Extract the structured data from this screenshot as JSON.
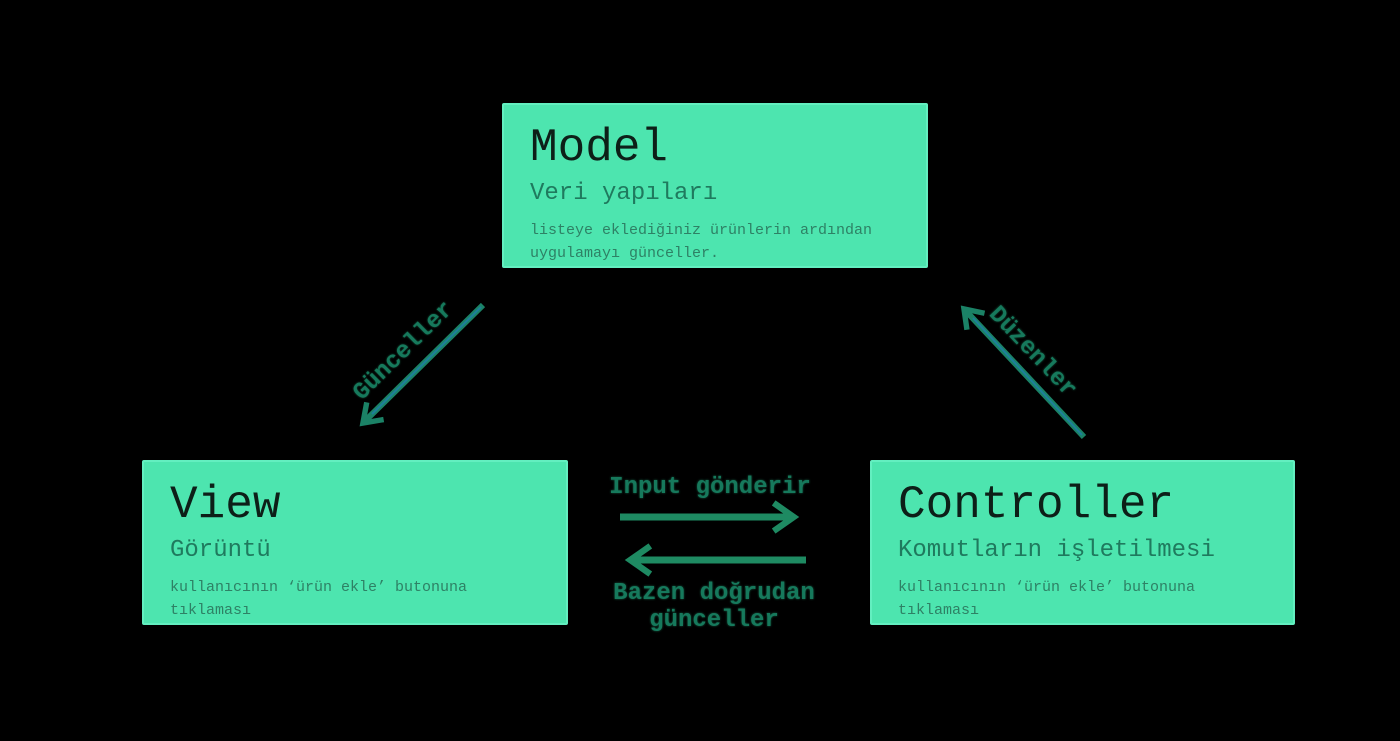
{
  "diagram": {
    "name": "MVC diagram",
    "colors": {
      "background": "#000000",
      "box_fill": "#4DE5AF",
      "box_border": "#63EFC0",
      "title_text": "#0D1F18",
      "subtitle_text": "#1F7A5E",
      "description_text": "#2E8165",
      "arrow_green": "#1E8A62",
      "arrow_teal_core": "#1D7F9B",
      "edge_label_text": "#16795C"
    },
    "nodes": {
      "model": {
        "title": "Model",
        "subtitle": "Veri yapıları",
        "description": "listeye eklediğiniz ürünlerin ardından uygulamayı günceller."
      },
      "view": {
        "title": "View",
        "subtitle": "Görüntü",
        "description": "kullanıcının ‘ürün ekle’ butonuna tıklaması"
      },
      "controller": {
        "title": "Controller",
        "subtitle": "Komutların işletilmesi",
        "description": "kullanıcının ‘ürün ekle’ butonuna tıklaması"
      }
    },
    "edges": {
      "model_to_view": {
        "label": "Günceller"
      },
      "controller_to_model": {
        "label": "Düzenler"
      },
      "view_to_controller": {
        "label": "Input gönderir"
      },
      "controller_to_view": {
        "label": "Bazen doğrudan günceller"
      }
    }
  }
}
